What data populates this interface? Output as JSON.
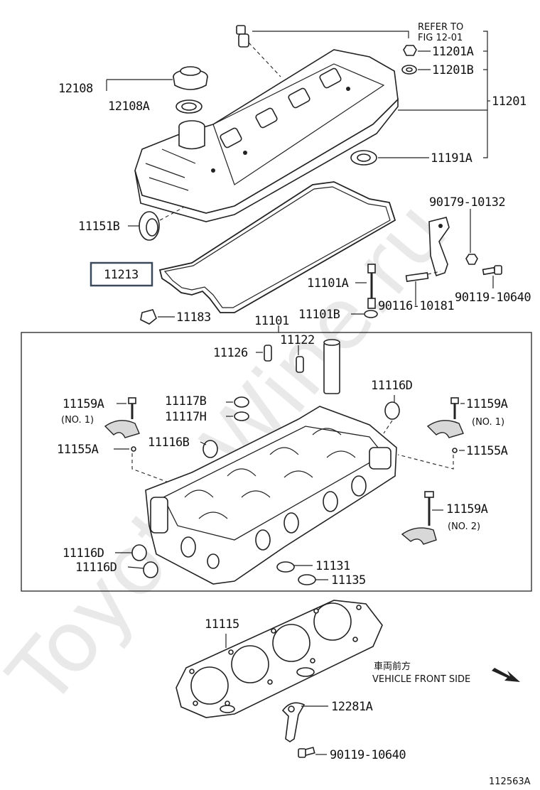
{
  "diagram": {
    "watermark": "Toyota-Wine.ru",
    "refer_line1": "REFER TO",
    "refer_line2": "FIG 12-01",
    "direction_jp": "車両前方",
    "direction_en": "VEHICLE FRONT SIDE",
    "figure_id": "112563A",
    "highlighted_part": "11213",
    "labels": {
      "p12108": "12108",
      "p12108A": "12108A",
      "p11201A": "11201A",
      "p11201B": "11201B",
      "p11201": "11201",
      "p11191A": "11191A",
      "p11151B": "11151B",
      "p90179": "90179-10132",
      "p11213": "11213",
      "p11101A": "11101A",
      "p90119a": "90119-10640",
      "p11183": "11183",
      "p11101": "11101",
      "p11101B": "11101B",
      "p90116": "90116-10181",
      "p11122": "11122",
      "p11126": "11126",
      "p11116D_top": "11116D",
      "p11159A_l": "11159A",
      "no1_l": "(NO. 1)",
      "p11117B": "11117B",
      "p11117H": "11117H",
      "p11159A_r": "11159A",
      "no1_r": "(NO. 1)",
      "p11155A_l": "11155A",
      "p11116B": "11116B",
      "p11155A_r": "11155A",
      "p11159A_r2": "11159A",
      "no2": "(NO. 2)",
      "p11116D_a": "11116D",
      "p11116D_b": "11116D",
      "p11131": "11131",
      "p11135": "11135",
      "p11115": "11115",
      "p12281A": "12281A",
      "p90119b": "90119-10640"
    }
  }
}
